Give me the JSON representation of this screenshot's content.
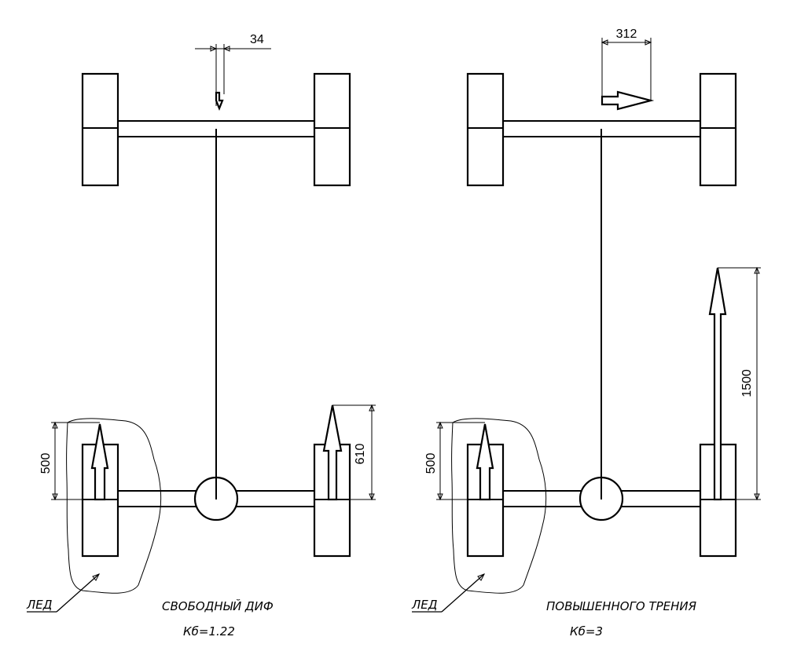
{
  "left_scheme": {
    "ice_label": "ЛЕД",
    "title": "СВОБОДНЫЙ ДИФ",
    "coefficient": "Кб=1.22",
    "front_force_dim": "34",
    "rear_left_force_dim": "500",
    "rear_right_force_dim": "610"
  },
  "right_scheme": {
    "ice_label": "ЛЕД",
    "title": "ПОВЫШЕННОГО ТРЕНИЯ",
    "coefficient": "Кб=3",
    "front_force_dim": "312",
    "rear_left_force_dim": "500",
    "rear_right_force_dim": "1500"
  },
  "colors": {
    "line": "#000000",
    "background": "#ffffff"
  }
}
